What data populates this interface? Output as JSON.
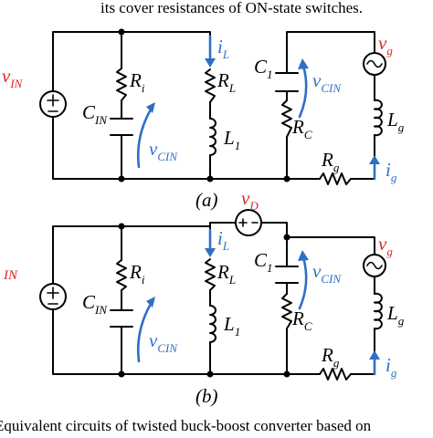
{
  "caption_top": "its cover resistances of ON-state switches.",
  "caption_bottom": "Equivalent circuits of twisted buck-boost converter based on",
  "circuit_a": {
    "label": "(a)",
    "v_in": {
      "main": "v",
      "sub": "IN"
    },
    "r_i": {
      "main": "R",
      "sub": "i"
    },
    "c_in": {
      "main": "C",
      "sub": "IN"
    },
    "v_cin": {
      "main": "v",
      "sub": "CIN"
    },
    "i_l": {
      "main": "i",
      "sub": "L"
    },
    "r_l": {
      "main": "R",
      "sub": "L"
    },
    "l_1": {
      "main": "L",
      "sub": "1"
    },
    "c_1": {
      "main": "C",
      "sub": "1"
    },
    "v_cin2": {
      "main": "v",
      "sub": "CIN"
    },
    "r_c": {
      "main": "R",
      "sub": "C"
    },
    "r_g": {
      "main": "R",
      "sub": "g"
    },
    "v_g": {
      "main": "v",
      "sub": "g"
    },
    "l_g": {
      "main": "L",
      "sub": "g"
    },
    "i_g": {
      "main": "i",
      "sub": "g"
    }
  },
  "circuit_b": {
    "label": "(b)",
    "v_in": {
      "main": "IN"
    },
    "v_d": {
      "main": "v",
      "sub": "D"
    },
    "r_i": {
      "main": "R",
      "sub": "i"
    },
    "c_in": {
      "main": "C",
      "sub": "IN"
    },
    "v_cin": {
      "main": "v",
      "sub": "CIN"
    },
    "i_l": {
      "main": "i",
      "sub": "L"
    },
    "r_l": {
      "main": "R",
      "sub": "L"
    },
    "l_1": {
      "main": "L",
      "sub": "1"
    },
    "c_1": {
      "main": "C",
      "sub": "1"
    },
    "v_cin2": {
      "main": "v",
      "sub": "CIN"
    },
    "r_c": {
      "main": "R",
      "sub": "C"
    },
    "r_g": {
      "main": "R",
      "sub": "g"
    },
    "v_g": {
      "main": "v",
      "sub": "g"
    },
    "l_g": {
      "main": "L",
      "sub": "g"
    },
    "i_g": {
      "main": "i",
      "sub": "g"
    }
  },
  "colors": {
    "wire": "#000000",
    "accent_red": "#e0241b",
    "accent_blue": "#2e6fc4"
  }
}
